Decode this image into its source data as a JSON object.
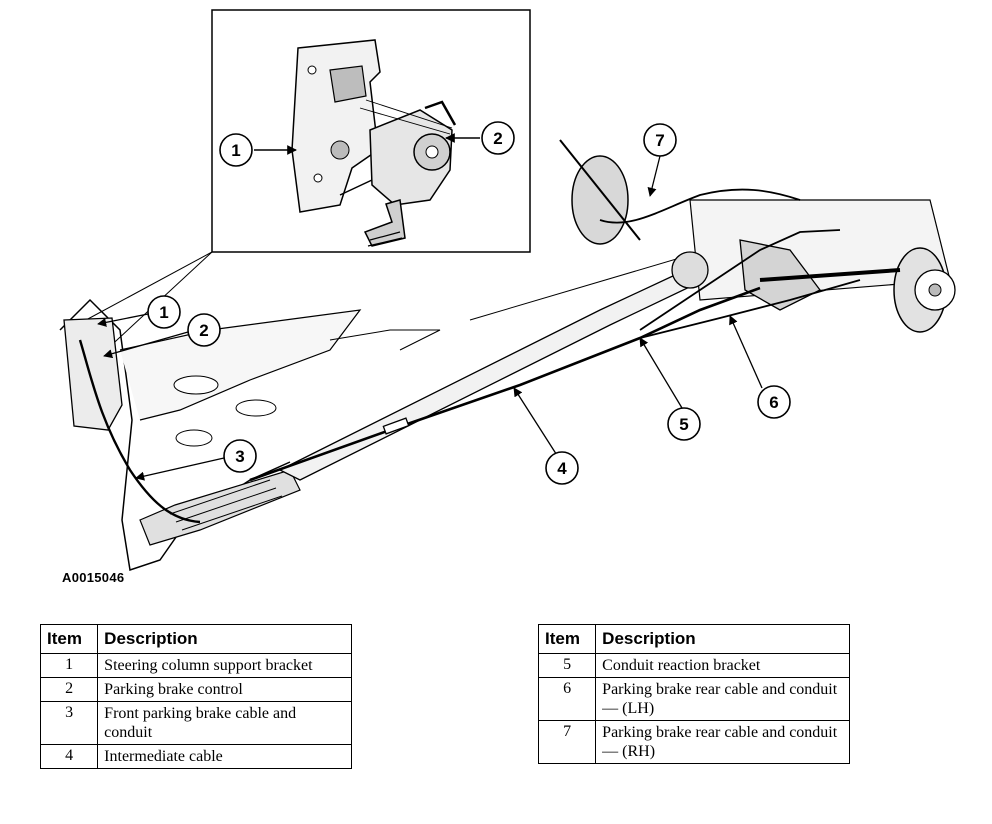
{
  "figure_id": "A0015046",
  "callouts": {
    "inset_1": "1",
    "inset_2": "2",
    "main_1": "1",
    "main_2": "2",
    "main_3": "3",
    "main_4": "4",
    "main_5": "5",
    "main_6": "6",
    "main_7": "7"
  },
  "legend": {
    "header_item": "Item",
    "header_description": "Description",
    "left_rows": [
      {
        "item": "1",
        "description": "Steering column support bracket"
      },
      {
        "item": "2",
        "description": "Parking brake control"
      },
      {
        "item": "3",
        "description": "Front parking brake cable and conduit"
      },
      {
        "item": "4",
        "description": "Intermediate cable"
      }
    ],
    "right_rows": [
      {
        "item": "5",
        "description": "Conduit reaction bracket"
      },
      {
        "item": "6",
        "description": "Parking brake rear cable and conduit — (LH)"
      },
      {
        "item": "7",
        "description": "Parking brake rear cable and conduit — (RH)"
      }
    ]
  }
}
